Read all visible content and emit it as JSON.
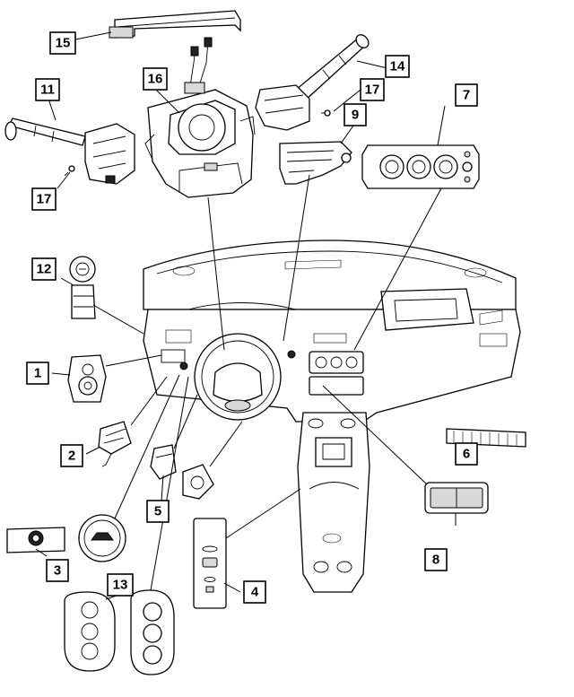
{
  "callouts": {
    "c1": "1",
    "c2": "2",
    "c3": "3",
    "c4": "4",
    "c5": "5",
    "c6": "6",
    "c7": "7",
    "c8": "8",
    "c9": "9",
    "c11": "11",
    "c12": "12",
    "c13": "13",
    "c14": "14",
    "c15": "15",
    "c16": "16",
    "c17a": "17",
    "c17b": "17"
  }
}
